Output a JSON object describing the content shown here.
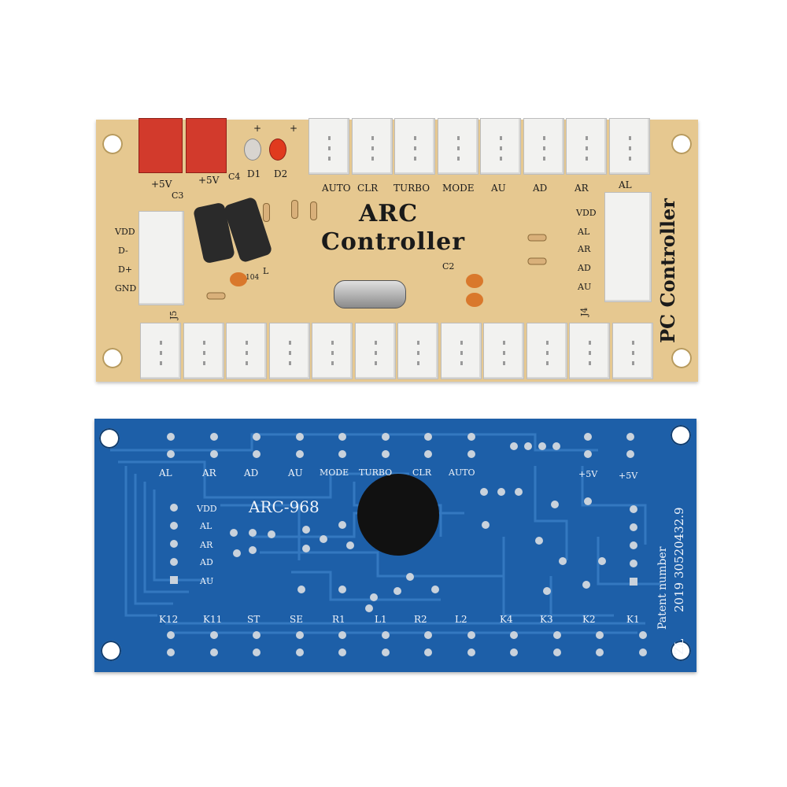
{
  "top_board": {
    "title_line1": "ARC",
    "title_line2": "Controller",
    "side_title": "PC Controller",
    "top_connector_labels": [
      "AUTO",
      "CLR",
      "TURBO",
      "MODE",
      "AU",
      "AD",
      "AR",
      "AL"
    ],
    "left_labels": [
      "VDD",
      "D-",
      "D+",
      "GND"
    ],
    "right_labels": [
      "VDD",
      "AL",
      "AR",
      "AD",
      "AU"
    ],
    "power_labels": [
      "+5V",
      "+5V"
    ],
    "component_labels": {
      "c3": "C3",
      "c4": "C4",
      "d1": "D1",
      "d2": "D2",
      "j5": "J5",
      "j4": "J4",
      "c2": "C2",
      "l": "L",
      "cap_value": "104"
    },
    "led_plus": [
      "+",
      "+"
    ]
  },
  "bottom_board": {
    "model": "ARC-968",
    "top_labels": [
      "AL",
      "AR",
      "AD",
      "AU",
      "MODE",
      "TURBO",
      "CLR",
      "AUTO",
      "+5V",
      "+5V"
    ],
    "left_labels": [
      "VDD",
      "AL",
      "AR",
      "AD",
      "AU"
    ],
    "bottom_labels": [
      "K12",
      "K11",
      "ST",
      "SE",
      "R1",
      "L1",
      "R2",
      "L2",
      "K4",
      "K3",
      "K2",
      "K1"
    ],
    "patent_line1": "Patent number",
    "patent_line2": "2019 30520432.9",
    "patent_line3": "ZL"
  },
  "colors": {
    "top_board": "#e6c890",
    "bottom_board": "#1d5fa8",
    "connector": "#f2f2f0",
    "red_connector": "#d23a2c",
    "led_red": "#e03a1e"
  }
}
